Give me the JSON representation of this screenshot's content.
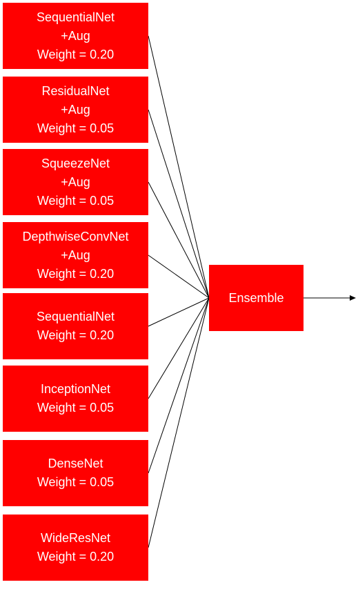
{
  "models": [
    {
      "name": "SequentialNet",
      "aug": "+Aug",
      "weight": "Weight = 0.20"
    },
    {
      "name": "ResidualNet",
      "aug": "+Aug",
      "weight": "Weight = 0.05"
    },
    {
      "name": "SqueezeNet",
      "aug": "+Aug",
      "weight": "Weight = 0.05"
    },
    {
      "name": "DepthwiseConvNet",
      "aug": "+Aug",
      "weight": "Weight = 0.20"
    },
    {
      "name": "SequentialNet",
      "aug": "",
      "weight": "Weight = 0.20"
    },
    {
      "name": "InceptionNet",
      "aug": "",
      "weight": "Weight = 0.05"
    },
    {
      "name": "DenseNet",
      "aug": "",
      "weight": "Weight = 0.05"
    },
    {
      "name": "WideResNet",
      "aug": "",
      "weight": "Weight = 0.20"
    }
  ],
  "ensemble": {
    "label": "Ensemble"
  },
  "colors": {
    "box_fill": "#ff0000",
    "text": "#ffffff",
    "line": "#000000"
  }
}
